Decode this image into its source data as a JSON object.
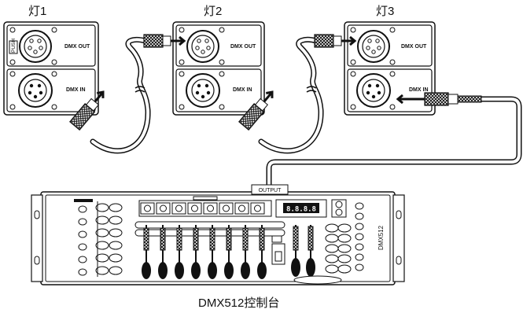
{
  "diagram": {
    "fixtures": [
      {
        "name": "灯1",
        "out_label": "DMX OUT",
        "in_label": "DMX IN",
        "push_label": "PUSH"
      },
      {
        "name": "灯2",
        "out_label": "DMX OUT",
        "in_label": "DMX IN"
      },
      {
        "name": "灯3",
        "out_label": "DMX OUT",
        "in_label": "DMX IN"
      }
    ],
    "controller": {
      "output_label": "OUTPUT",
      "display_text": "8.8.8.8",
      "side_text": "DMX512",
      "caption": "DMX512控制台"
    }
  }
}
